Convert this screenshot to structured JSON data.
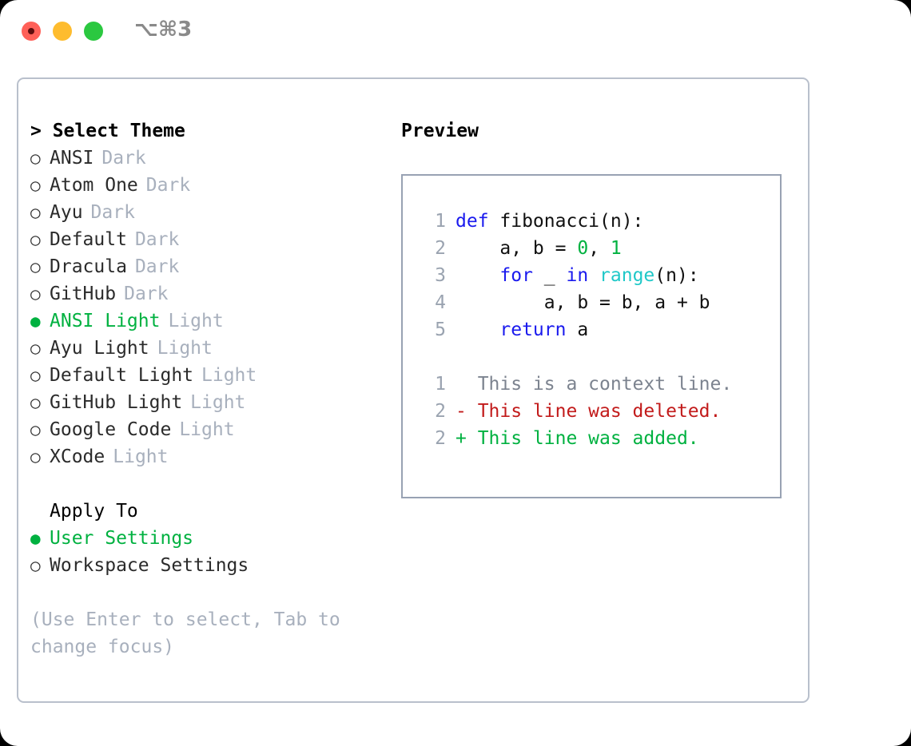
{
  "titlebar": {
    "shortcut": "⌥⌘3",
    "buttons": [
      "close",
      "minimize",
      "maximize"
    ]
  },
  "theme_picker": {
    "heading": "> Select Theme",
    "options": [
      {
        "bullet": "○",
        "label": "ANSI",
        "tag": "Dark",
        "selected": false
      },
      {
        "bullet": "○",
        "label": "Atom One",
        "tag": "Dark",
        "selected": false
      },
      {
        "bullet": "○",
        "label": "Ayu",
        "tag": "Dark",
        "selected": false
      },
      {
        "bullet": "○",
        "label": "Default",
        "tag": "Dark",
        "selected": false
      },
      {
        "bullet": "○",
        "label": "Dracula",
        "tag": "Dark",
        "selected": false
      },
      {
        "bullet": "○",
        "label": "GitHub",
        "tag": "Dark",
        "selected": false
      },
      {
        "bullet": "●",
        "label": "ANSI Light",
        "tag": "Light",
        "selected": true
      },
      {
        "bullet": "○",
        "label": "Ayu Light",
        "tag": "Light",
        "selected": false
      },
      {
        "bullet": "○",
        "label": "Default Light",
        "tag": "Light",
        "selected": false
      },
      {
        "bullet": "○",
        "label": "GitHub Light",
        "tag": "Light",
        "selected": false
      },
      {
        "bullet": "○",
        "label": "Google Code",
        "tag": "Light",
        "selected": false
      },
      {
        "bullet": "○",
        "label": "XCode",
        "tag": "Light",
        "selected": false
      }
    ]
  },
  "apply_to": {
    "label": "Apply To",
    "options": [
      {
        "bullet": "●",
        "label": "User Settings",
        "selected": true
      },
      {
        "bullet": "○",
        "label": "Workspace Settings",
        "selected": false
      }
    ]
  },
  "hint": "(Use Enter to select, Tab to change focus)",
  "preview": {
    "title": "Preview",
    "code_lines": [
      {
        "num": "1",
        "tokens": [
          {
            "t": "def ",
            "c": "tok-kw"
          },
          {
            "t": "fibonacci(n):",
            "c": "tok-id"
          }
        ]
      },
      {
        "num": "2",
        "tokens": [
          {
            "t": "    a, b = ",
            "c": "tok-id"
          },
          {
            "t": "0",
            "c": "tok-num"
          },
          {
            "t": ", ",
            "c": "tok-id"
          },
          {
            "t": "1",
            "c": "tok-num"
          }
        ]
      },
      {
        "num": "3",
        "tokens": [
          {
            "t": "    ",
            "c": "tok-id"
          },
          {
            "t": "for",
            "c": "tok-kw"
          },
          {
            "t": " _ ",
            "c": "tok-id"
          },
          {
            "t": "in",
            "c": "tok-kw"
          },
          {
            "t": " ",
            "c": "tok-id"
          },
          {
            "t": "range",
            "c": "tok-fn"
          },
          {
            "t": "(n):",
            "c": "tok-id"
          }
        ]
      },
      {
        "num": "4",
        "tokens": [
          {
            "t": "        a, b = b, a + b",
            "c": "tok-id"
          }
        ]
      },
      {
        "num": "5",
        "tokens": [
          {
            "t": "    ",
            "c": "tok-id"
          },
          {
            "t": "return",
            "c": "tok-kw"
          },
          {
            "t": " a",
            "c": "tok-id"
          }
        ]
      }
    ],
    "diff_lines": [
      {
        "num": "1",
        "tokens": [
          {
            "t": "  This is a context line.",
            "c": "tok-ctx"
          }
        ]
      },
      {
        "num": "2",
        "tokens": [
          {
            "t": "- This line was deleted.",
            "c": "tok-del"
          }
        ]
      },
      {
        "num": "2",
        "tokens": [
          {
            "t": "+ This line was added.",
            "c": "tok-add"
          }
        ]
      }
    ]
  },
  "colors": {
    "accent_green": "#00b140",
    "keyword_blue": "#1a1aee",
    "function_cyan": "#1fc8c8",
    "diff_red": "#c21b1b",
    "muted_gray": "#a8b0bd",
    "border_gray": "#b9c0cc",
    "preview_border": "#98a2b3"
  }
}
